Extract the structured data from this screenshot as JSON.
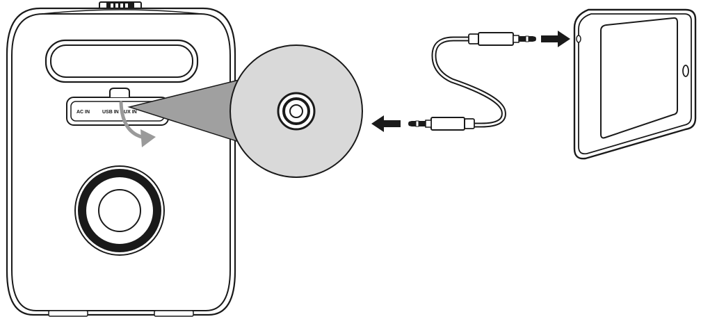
{
  "ports": {
    "ac_in": "AC IN",
    "usb_in": "USB IN",
    "aux_in": "AUX IN"
  },
  "colors": {
    "line": "#1a1a1a",
    "zoom_fill": "#d9d9d9",
    "beam_fill": "#a0a0a0",
    "arrow_curve": "#9a9a9a",
    "background": "#ffffff"
  },
  "icons": {
    "arrow_to_speaker": "left-arrow-icon",
    "arrow_to_tablet": "right-arrow-icon",
    "curved_arrow": "curved-arrow-icon"
  }
}
